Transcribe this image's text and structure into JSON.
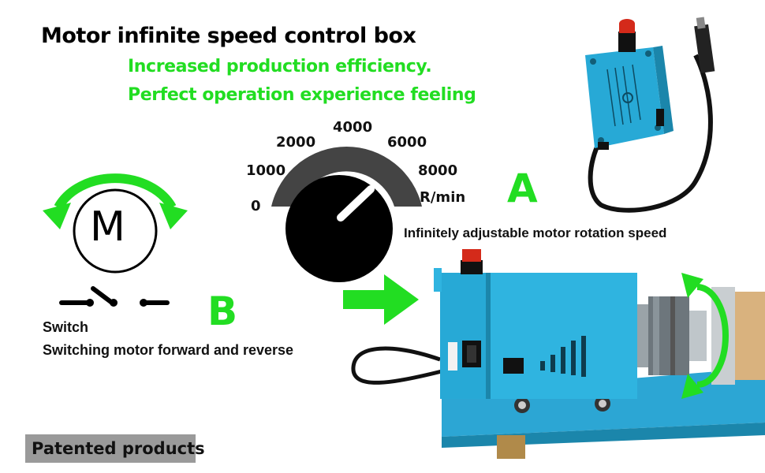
{
  "header": {
    "title": "Motor infinite speed control box",
    "tagline_1": "Increased production efficiency.",
    "tagline_2": "Perfect operation experience feeling"
  },
  "gauge": {
    "scale_labels": [
      "0",
      "1000",
      "2000",
      "4000",
      "6000",
      "8000"
    ],
    "unit": "R/min"
  },
  "feature_a": {
    "letter": "A",
    "caption": "Infinitely adjustable motor rotation speed"
  },
  "feature_b": {
    "letter": "B",
    "label": "Switch",
    "caption": "Switching motor forward and reverse"
  },
  "motor_symbol": {
    "letter": "M"
  },
  "badge": {
    "text": "Patented products"
  },
  "colors": {
    "accent_green": "#22dd22",
    "device_blue": "#27a9d6",
    "gauge_dark": "#444444",
    "badge_gray": "#9a9a9a"
  },
  "icons": [
    "motor-symbol-icon",
    "rotation-arrow-icon",
    "switch-symbol-icon",
    "speed-knob-icon",
    "arrow-right-icon"
  ]
}
